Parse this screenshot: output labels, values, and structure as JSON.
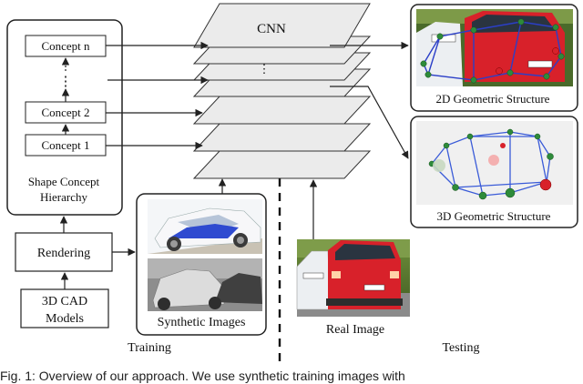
{
  "cnn_label": "CNN",
  "cnn_dots": "⋮",
  "hierarchy": {
    "concepts": [
      "Concept n",
      "Concept 2",
      "Concept 1"
    ],
    "ellipsis": "⋮",
    "title_line1": "Shape Concept",
    "title_line2": "Hierarchy"
  },
  "rendering_label": "Rendering",
  "cad": {
    "line1": "3D CAD",
    "line2": "Models"
  },
  "synthetic_label": "Synthetic Images",
  "real_label": "Real Image",
  "output_2d_label": "2D Geometric Structure",
  "output_3d_label": "3D Geometric Structure",
  "training_label": "Training",
  "testing_label": "Testing",
  "caption": "Fig. 1: Overview of our approach. We use synthetic training images with",
  "colors": {
    "layer_fill": "#ebebeb",
    "stroke": "#333333",
    "car_red": "#d8212a",
    "car_white": "#e9ecef",
    "keypoint_green": "#2e8b3a",
    "skeleton_blue": "#2b3fc8"
  }
}
